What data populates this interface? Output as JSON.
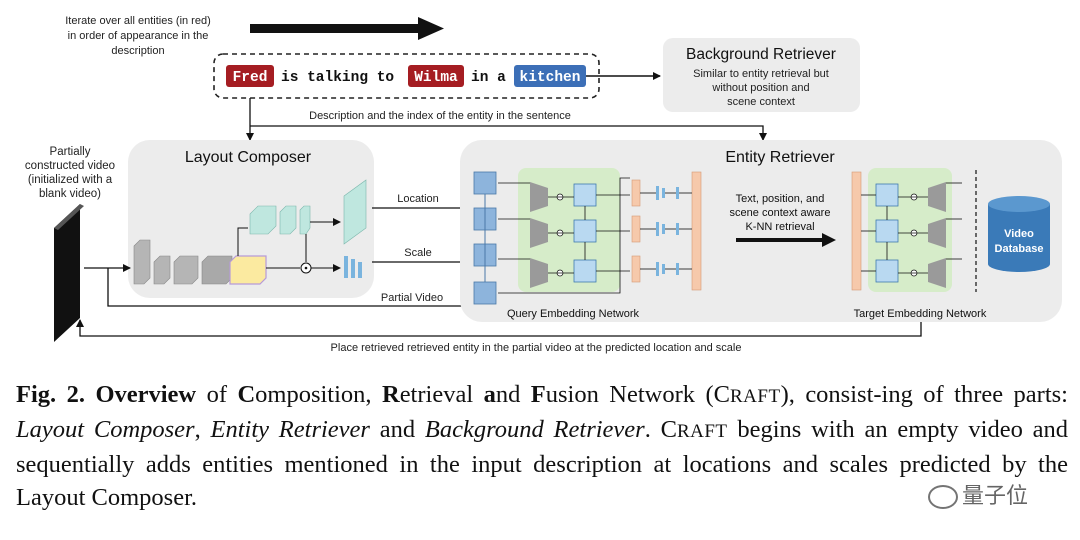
{
  "top_note": [
    "Iterate over all entities (in red)",
    "in order of appearance in the",
    "description"
  ],
  "sentence": {
    "w1": "Fred",
    "t1": "is talking to",
    "w2": "Wilma",
    "t2": "in a",
    "w3": "kitchen",
    "red": "#a51d22",
    "blue": "#3c6fb7"
  },
  "background_retriever": {
    "title": "Background Retriever",
    "desc": [
      "Similar to entity retrieval but",
      "without position and",
      "scene context"
    ]
  },
  "desc_index_label": "Description and the index of the entity in the sentence",
  "video_label": [
    "Partially",
    "constructed video",
    "(initialized with a",
    "blank video)"
  ],
  "layout_composer": {
    "title": "Layout Composer"
  },
  "entity_retriever": {
    "title": "Entity Retriever"
  },
  "arrow_labels": {
    "location": "Location",
    "scale": "Scale",
    "partial": "Partial Video"
  },
  "knn_label": [
    "Text, position, and",
    "scene context aware",
    "K-NN retrieval"
  ],
  "video_database": [
    "Video",
    "Database"
  ],
  "query_embedding_label": "Query Embedding Network",
  "target_embedding_label": "Target Embedding Network",
  "bottom_label": "Place retrieved retrieved entity in the partial video at the predicted location and scale",
  "caption": {
    "fig": "Fig. 2.",
    "overview": "Overview",
    "t1": " of ",
    "C": "C",
    "t2": "omposition, ",
    "R": "R",
    "t3": "etrieval ",
    "a": "a",
    "t4": "nd ",
    "F": "F",
    "t5": "usion Network (",
    "craft1": "C",
    "craft1s": "RAFT",
    "t6": "), consist-ing of three parts: ",
    "lc": "Layout Composer",
    "t7": ", ",
    "er": "Entity Retriever",
    "t8": " and ",
    "br": "Background Retriever",
    "t9": ".",
    "craft2": "C",
    "craft2s": "RAFT",
    "t10": " begins with an empty video and sequentially adds entities mentioned in the input description at locations and scales predicted by the Layout Composer."
  },
  "watermark": "量子位"
}
